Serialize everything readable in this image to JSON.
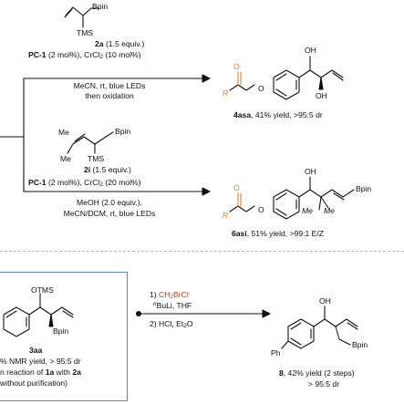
{
  "colors": {
    "box_border": "#5b8ea6",
    "reagent_red": "#c0392b",
    "carbonyl_orange": "#d9822b",
    "divider": "#b8b8b8"
  },
  "top_reaction": {
    "reagent_label": "Bpin",
    "reagent_tms": "TMS",
    "reagent_name": "2a",
    "reagent_amount": " (1.5 equiv.)",
    "catalyst_pc": "PC-1",
    "catalyst_rest": " (2 mol%), CrCl",
    "catalyst_sub": "2",
    "catalyst_tail": " (10 mol%)",
    "conditions_line1": "MeCN, rt, blue LEDs",
    "conditions_line2": "then oxidation",
    "product_oh_top": "OH",
    "product_oh_bottom": "OH",
    "product_r": "R",
    "product_o": "O",
    "product_carbonyl_o": "O",
    "product_name": "4asa",
    "product_yield": ", 41% yield, >95:5 dr"
  },
  "middle_reaction": {
    "reagent_me1": "Me",
    "reagent_me2": "Me",
    "reagent_tms": "TMS",
    "reagent_label": "Bpin",
    "reagent_name": "2i",
    "reagent_amount": " (1.5 equiv.)",
    "catalyst_pc": "PC-1",
    "catalyst_rest": " (2 mol%), CrCl",
    "catalyst_sub": "2",
    "catalyst_tail": " (20 mol%)",
    "conditions_line1": "MeOH (2.0 equiv.),",
    "conditions_line2": "MeCN/DCM, rt, blue LEDs",
    "product_oh": "OH",
    "product_bpin": "Bpin",
    "product_me1": "Me",
    "product_me2": "Me",
    "product_r": "R",
    "product_o": "O",
    "product_carbonyl_o": "O",
    "product_name": "6asi",
    "product_yield": ", 51% yield, >99:1 E/Z"
  },
  "bottom_left_box": {
    "otms": "OTMS",
    "bpin": "Bpin",
    "compound_name": "3aa",
    "line1": "% NMR yield, > 95:5 dr",
    "line2": "n reaction of ",
    "line2_bold1": "1a",
    "line2_mid": " with ",
    "line2_bold2": "2a",
    "line3": "without purification)"
  },
  "bottom_reaction": {
    "step1_prefix": "1) ",
    "step1_reagent": "CH",
    "step1_sub": "2",
    "step1_reagent_tail": "BrCl",
    "step1b_sup": "n",
    "step1b": "BuLi, THF",
    "step2_prefix": "2) HCl, Et",
    "step2_sub": "2",
    "step2_tail": "O",
    "product_oh": "OH",
    "product_ph": "Ph",
    "product_bpin": "Bpin",
    "product_name": "8",
    "product_yield": ", 42% yield (2 steps)",
    "product_dr": "> 95:5 dr"
  }
}
